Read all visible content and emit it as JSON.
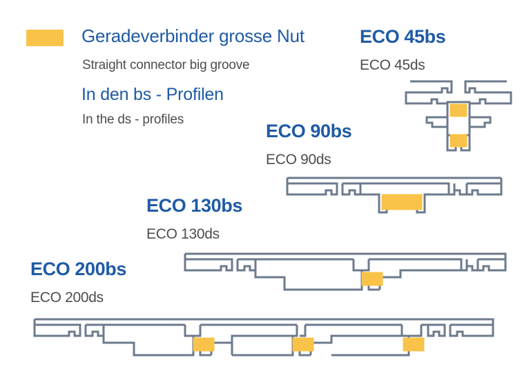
{
  "legend": {
    "swatch_color": "#F9C349",
    "title_de": "Geradeverbinder grosse Nut",
    "title_en": "Straight connector big groove",
    "context_de": "In den bs - Profilen",
    "context_en": "In the ds - profiles"
  },
  "colors": {
    "accent_blue": "#1F5AA5",
    "connector_yellow": "#F9C349",
    "profile_outline": "#6C7A8C",
    "subtitle_gray": "#4D4D4D",
    "background": "#FFFFFF"
  },
  "profiles": [
    {
      "id": "eco45",
      "label_bs": "ECO 45bs",
      "label_ds": "ECO 45ds",
      "orientation": "vertical",
      "connector_count": 2
    },
    {
      "id": "eco90",
      "label_bs": "ECO 90bs",
      "label_ds": "ECO 90ds",
      "orientation": "horizontal",
      "connector_count": 1
    },
    {
      "id": "eco130",
      "label_bs": "ECO 130bs",
      "label_ds": "ECO 130ds",
      "orientation": "horizontal",
      "connector_count": 1
    },
    {
      "id": "eco200",
      "label_bs": "ECO 200bs",
      "label_ds": "ECO 200ds",
      "orientation": "horizontal",
      "connector_count": 3
    }
  ]
}
